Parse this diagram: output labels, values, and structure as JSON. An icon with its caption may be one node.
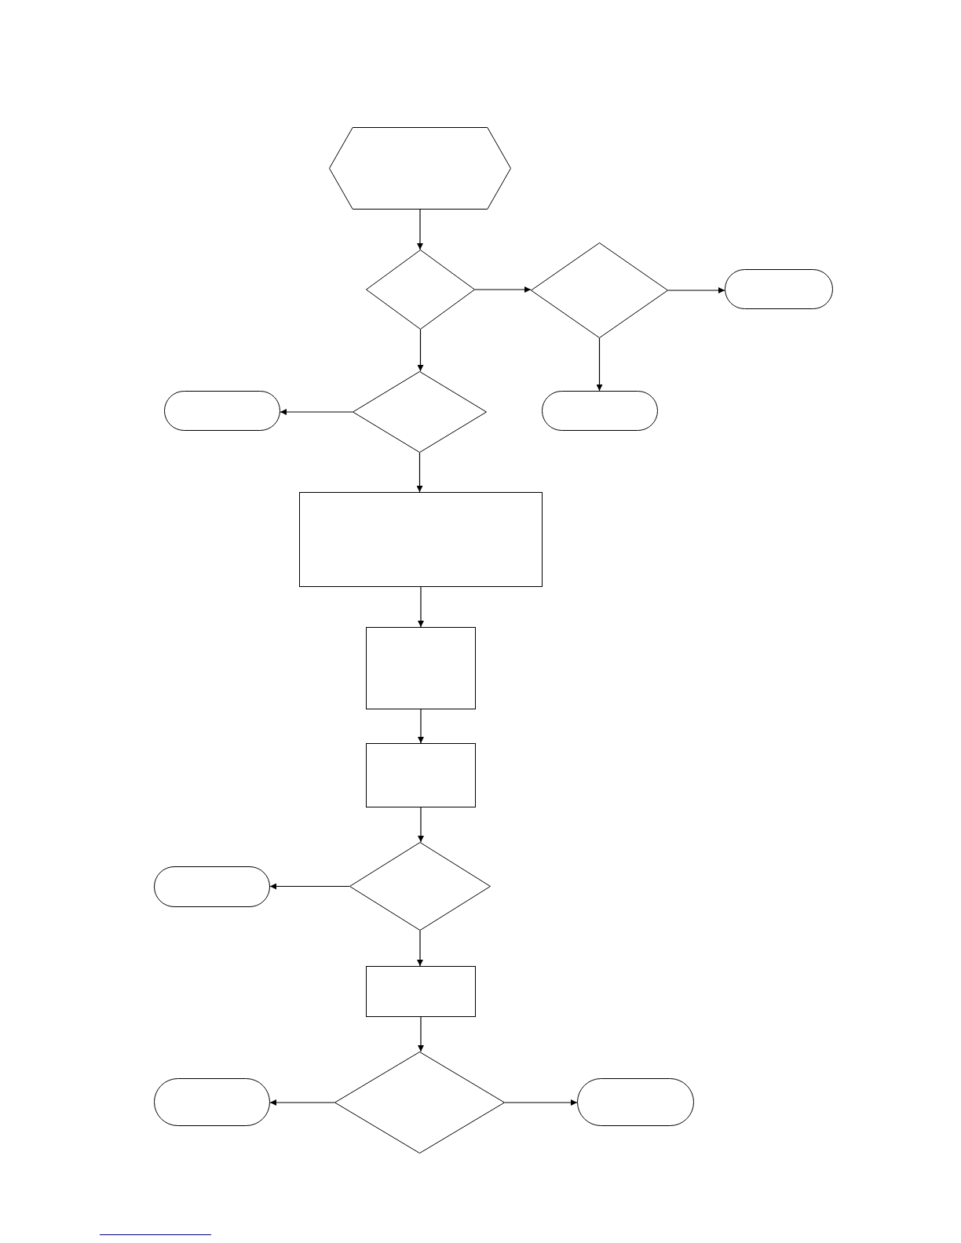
{
  "diagram": {
    "nodes": [
      {
        "text": [],
        "shape": "hexagon"
      },
      {
        "text": [],
        "shape": "diamond"
      },
      {
        "text": [],
        "shape": "diamond"
      },
      {
        "text": [],
        "shape": "pill"
      },
      {
        "text": [],
        "shape": "diamond"
      },
      {
        "text": [],
        "shape": "pill"
      },
      {
        "text": [],
        "shape": "pill"
      },
      {
        "text": [],
        "shape": "box"
      },
      {
        "text": [],
        "shape": "box"
      },
      {
        "text": [],
        "shape": "box"
      },
      {
        "text": [],
        "shape": "diamond"
      },
      {
        "text": [],
        "shape": "pill"
      },
      {
        "text": [],
        "shape": "box"
      },
      {
        "text": [],
        "shape": "diamond"
      },
      {
        "text": [],
        "shape": "pill"
      },
      {
        "text": [],
        "shape": "pill"
      }
    ],
    "edges": [
      {
        "from": 0,
        "to": 1,
        "arrow": "to"
      },
      {
        "from": 1,
        "to": 2,
        "arrow": "to"
      },
      {
        "from": 2,
        "to": 3,
        "arrow": "to"
      },
      {
        "from": 1,
        "to": 4,
        "arrow": "to"
      },
      {
        "from": 2,
        "to": 6,
        "arrow": "to"
      },
      {
        "from": 4,
        "to": 5,
        "arrow": "to"
      },
      {
        "from": 4,
        "to": 7,
        "arrow": "to"
      },
      {
        "from": 7,
        "to": 8,
        "arrow": "to"
      },
      {
        "from": 8,
        "to": 9,
        "arrow": "to"
      },
      {
        "from": 9,
        "to": 10,
        "arrow": "to"
      },
      {
        "from": 10,
        "to": 11,
        "arrow": "to"
      },
      {
        "from": 10,
        "to": 12,
        "arrow": "to"
      },
      {
        "from": 12,
        "to": 13,
        "arrow": "to"
      },
      {
        "from": 13,
        "to": 14,
        "arrow": "to"
      },
      {
        "from": 13,
        "to": 15,
        "arrow": "to"
      }
    ]
  }
}
